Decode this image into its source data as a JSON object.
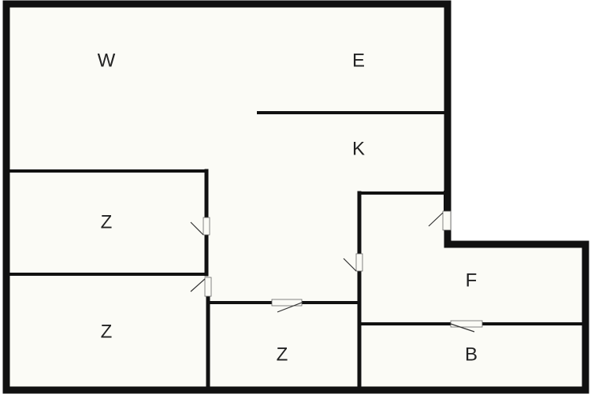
{
  "colors": {
    "floor": "#fbfbf6",
    "wall": "#111111",
    "label": "#222222",
    "background": "#ffffff"
  },
  "rooms": {
    "living": {
      "label": "W"
    },
    "east": {
      "label": "E"
    },
    "kitchen": {
      "label": "K"
    },
    "bedroom_1": {
      "label": "Z"
    },
    "bedroom_2": {
      "label": "Z"
    },
    "bedroom_3": {
      "label": "Z"
    },
    "foyer": {
      "label": "F"
    },
    "bathroom": {
      "label": "B"
    }
  }
}
